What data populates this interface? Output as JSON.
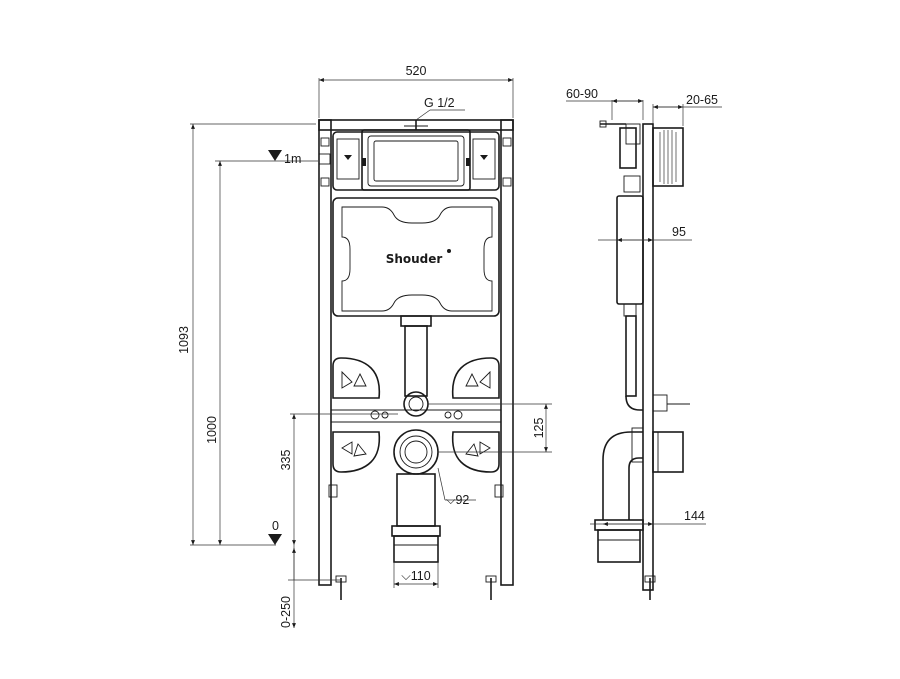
{
  "front_view": {
    "brand": "Shouder",
    "dims": {
      "width": "520",
      "inlet": "G 1/2",
      "reference_1m": "1m",
      "total_height": "1093",
      "floor_to_1m": "1000",
      "drain_height": "335",
      "zero": "0",
      "adjust": "0-250",
      "pipe_spacing": "125",
      "diameter_inner": "⌵92",
      "diameter_outer": "⌵110"
    }
  },
  "side_view": {
    "dims": {
      "panel_offset": "60-90",
      "wall_thickness": "20-65",
      "depth": "95",
      "bend_depth": "144"
    }
  }
}
